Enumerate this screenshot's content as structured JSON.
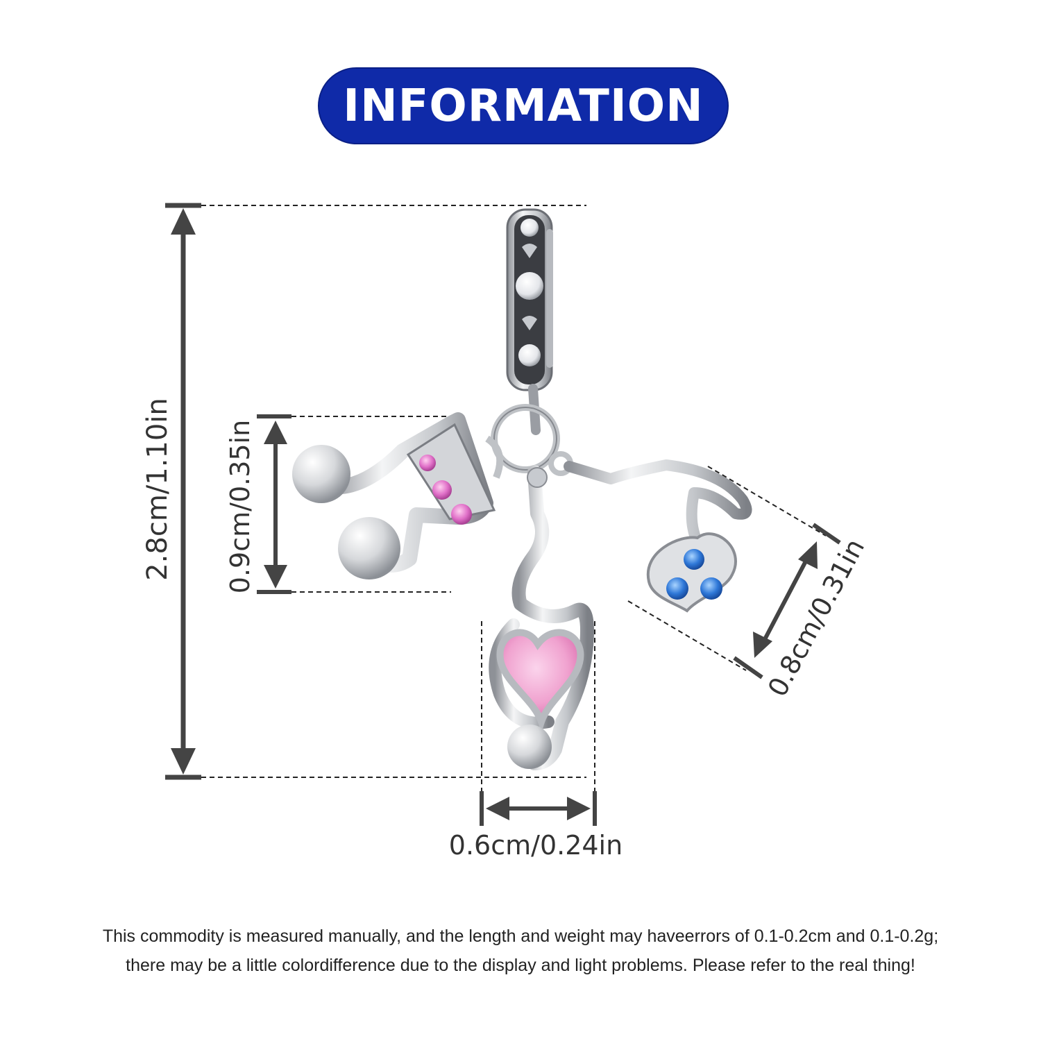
{
  "header": {
    "title": "INFORMATION",
    "bg_color": "#0f2aa8"
  },
  "dimensions": {
    "total_height": "2.8cm/1.10in",
    "double_note_height": "0.9cm/0.35in",
    "clef_width": "0.6cm/0.24in",
    "single_note_width": "0.8cm/0.31in"
  },
  "footer": {
    "line1": "This commodity is measured manually, and the length and weight may haveerrors of 0.1-0.2cm and 0.1-0.2g;",
    "line2": "there may be a little colordifference due to the display and light problems. Please refer to the real thing!"
  },
  "colors": {
    "pink_stone": "#e07cc4",
    "blue_stone": "#2f6fd0",
    "silver": "#c9ccd0",
    "line": "#444444"
  }
}
